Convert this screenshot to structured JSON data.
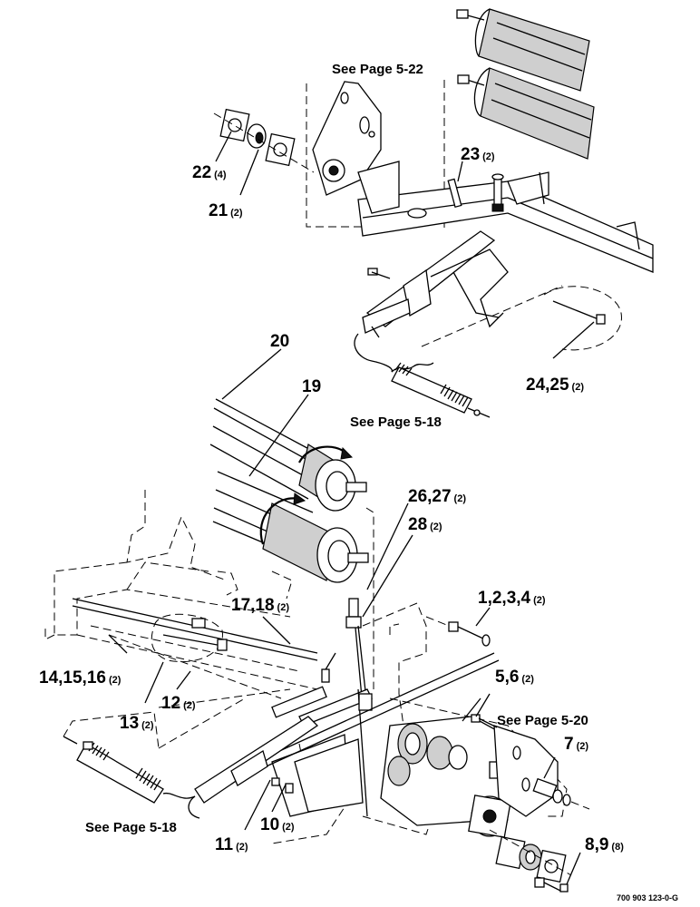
{
  "diagram": {
    "callouts": [
      {
        "id": "c22",
        "part": "22",
        "qty": "(4)"
      },
      {
        "id": "c21",
        "part": "21",
        "qty": "(2)"
      },
      {
        "id": "c23",
        "part": "23",
        "qty": "(2)"
      },
      {
        "id": "c24",
        "part": "24,25",
        "qty": "(2)"
      },
      {
        "id": "c20",
        "part": "20",
        "qty": ""
      },
      {
        "id": "c19",
        "part": "19",
        "qty": ""
      },
      {
        "id": "c26",
        "part": "26,27",
        "qty": "(2)"
      },
      {
        "id": "c28",
        "part": "28",
        "qty": "(2)"
      },
      {
        "id": "c17",
        "part": "17,18",
        "qty": "(2)"
      },
      {
        "id": "c1",
        "part": "1,2,3,4",
        "qty": "(2)"
      },
      {
        "id": "c14",
        "part": "14,15,16",
        "qty": "(2)"
      },
      {
        "id": "c12",
        "part": "12",
        "qty": "(2)"
      },
      {
        "id": "c13",
        "part": "13",
        "qty": "(2)"
      },
      {
        "id": "c5",
        "part": "5,6",
        "qty": "(2)"
      },
      {
        "id": "c7",
        "part": "7",
        "qty": "(2)"
      },
      {
        "id": "c10",
        "part": "10",
        "qty": "(2)"
      },
      {
        "id": "c11",
        "part": "11",
        "qty": "(2)"
      },
      {
        "id": "c8",
        "part": "8,9",
        "qty": "(8)"
      }
    ],
    "references": {
      "ref_522": "See Page 5-22",
      "ref_518_top": "See Page 5-18",
      "ref_520": "See Page 5-20",
      "ref_518_bottom": "See Page 5-18"
    },
    "drawing_number": "700 903 123-0-G"
  }
}
